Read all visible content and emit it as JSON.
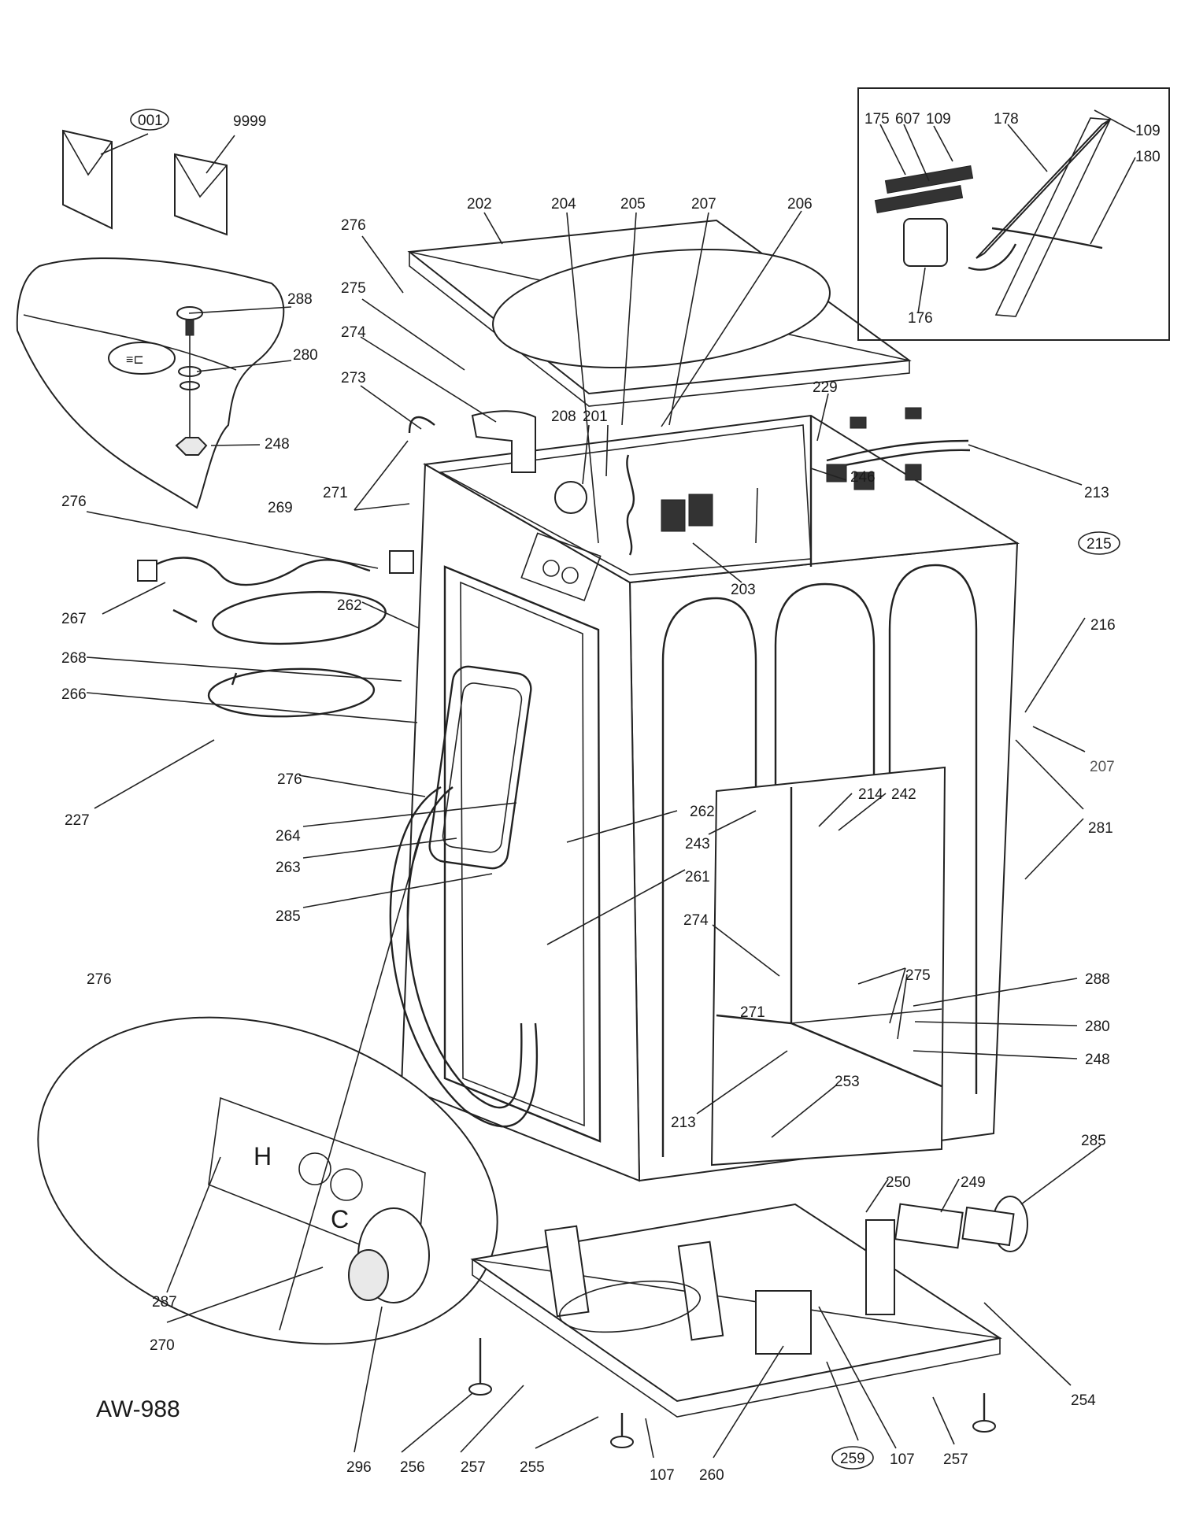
{
  "model": "AW-988",
  "callouts": [
    {
      "id": "c001",
      "text": "001",
      "circled": true
    },
    {
      "id": "c9999",
      "text": "9999"
    },
    {
      "id": "c202",
      "text": "202"
    },
    {
      "id": "c204",
      "text": "204"
    },
    {
      "id": "c205",
      "text": "205"
    },
    {
      "id": "c207a",
      "text": "207"
    },
    {
      "id": "c206",
      "text": "206"
    },
    {
      "id": "c276a",
      "text": "276"
    },
    {
      "id": "c275a",
      "text": "275"
    },
    {
      "id": "c274a",
      "text": "274"
    },
    {
      "id": "c273",
      "text": "273"
    },
    {
      "id": "c288a",
      "text": "288"
    },
    {
      "id": "c280a",
      "text": "280"
    },
    {
      "id": "c248a",
      "text": "248"
    },
    {
      "id": "c208",
      "text": "208"
    },
    {
      "id": "c201",
      "text": "201"
    },
    {
      "id": "c229",
      "text": "229"
    },
    {
      "id": "c246",
      "text": "246"
    },
    {
      "id": "c213a",
      "text": "213"
    },
    {
      "id": "c271a",
      "text": "271"
    },
    {
      "id": "c269",
      "text": "269"
    },
    {
      "id": "c276b",
      "text": "276"
    },
    {
      "id": "c203",
      "text": "203"
    },
    {
      "id": "c215",
      "text": "215",
      "circled": true
    },
    {
      "id": "c267",
      "text": "267"
    },
    {
      "id": "c262a",
      "text": "262"
    },
    {
      "id": "c268",
      "text": "268"
    },
    {
      "id": "c266",
      "text": "266"
    },
    {
      "id": "c216",
      "text": "216"
    },
    {
      "id": "c207b",
      "text": "207"
    },
    {
      "id": "c227",
      "text": "227"
    },
    {
      "id": "c276c",
      "text": "276"
    },
    {
      "id": "c281",
      "text": "281"
    },
    {
      "id": "c264",
      "text": "264"
    },
    {
      "id": "c262b",
      "text": "262"
    },
    {
      "id": "c214",
      "text": "214"
    },
    {
      "id": "c242",
      "text": "242"
    },
    {
      "id": "c263",
      "text": "263"
    },
    {
      "id": "c243",
      "text": "243"
    },
    {
      "id": "c285a",
      "text": "285"
    },
    {
      "id": "c261",
      "text": "261"
    },
    {
      "id": "c274b",
      "text": "274"
    },
    {
      "id": "c275b",
      "text": "275"
    },
    {
      "id": "c276d",
      "text": "276"
    },
    {
      "id": "c271b",
      "text": "271"
    },
    {
      "id": "c288b",
      "text": "288"
    },
    {
      "id": "c280b",
      "text": "280"
    },
    {
      "id": "c248b",
      "text": "248"
    },
    {
      "id": "c253",
      "text": "253"
    },
    {
      "id": "c213b",
      "text": "213"
    },
    {
      "id": "c285b",
      "text": "285"
    },
    {
      "id": "c250",
      "text": "250"
    },
    {
      "id": "c249",
      "text": "249"
    },
    {
      "id": "c287",
      "text": "287"
    },
    {
      "id": "c270",
      "text": "270"
    },
    {
      "id": "c254",
      "text": "254"
    },
    {
      "id": "c296",
      "text": "296"
    },
    {
      "id": "c256",
      "text": "256"
    },
    {
      "id": "c257a",
      "text": "257"
    },
    {
      "id": "c255",
      "text": "255"
    },
    {
      "id": "c107a",
      "text": "107"
    },
    {
      "id": "c260",
      "text": "260"
    },
    {
      "id": "c259",
      "text": "259",
      "circled": true
    },
    {
      "id": "c107b",
      "text": "107"
    },
    {
      "id": "c257b",
      "text": "257"
    },
    {
      "id": "c175",
      "text": "175"
    },
    {
      "id": "c607",
      "text": "607"
    },
    {
      "id": "c109a",
      "text": "109"
    },
    {
      "id": "c178",
      "text": "178"
    },
    {
      "id": "c109b",
      "text": "109"
    },
    {
      "id": "c180",
      "text": "180"
    },
    {
      "id": "c176",
      "text": "176"
    }
  ],
  "panel_markings": {
    "hot": "H",
    "cold": "C"
  }
}
